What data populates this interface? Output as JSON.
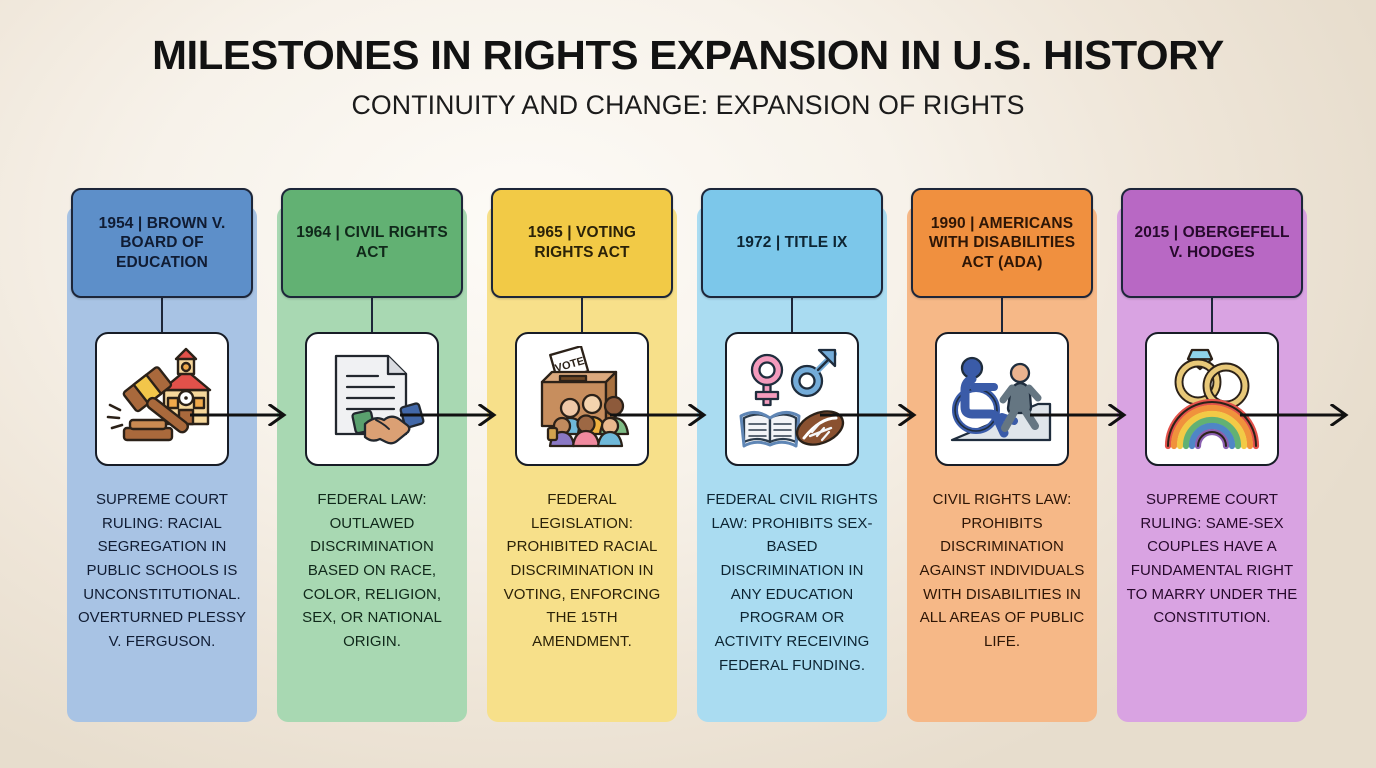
{
  "title": "MILESTONES IN RIGHTS EXPANSION IN U.S. HISTORY",
  "subtitle": "CONTINUITY AND CHANGE: EXPANSION OF RIGHTS",
  "background_color": "#f4ece0",
  "milestones": [
    {
      "year": "1954",
      "header": "1954 | BROWN V. BOARD OF EDUCATION",
      "body": "SUPREME COURT RULING: RACIAL SEGREGATION IN PUBLIC SCHOOLS IS UNCONSTITUTIONAL. OVERTURNED PLESSY V. FERGUSON.",
      "icon": "gavel-and-schoolhouse-icon",
      "header_color": "#5d8fc9",
      "panel_color": "#a8c3e4",
      "text_color": "#101c33"
    },
    {
      "year": "1964",
      "header": "1964 | CIVIL RIGHTS ACT",
      "body": "FEDERAL LAW: OUTLAWED DISCRIMINATION BASED ON RACE, COLOR, RELIGION, SEX, OR NATIONAL ORIGIN.",
      "icon": "document-and-handshake-icon",
      "header_color": "#62b173",
      "panel_color": "#a8d8b2",
      "text_color": "#10281a"
    },
    {
      "year": "1965",
      "header": "1965 | VOTING RIGHTS ACT",
      "body": "FEDERAL LEGISLATION: PROHIBITED RACIAL DISCRIMINATION IN VOTING, ENFORCING THE 15TH AMENDMENT.",
      "icon": "ballot-box-and-voters-icon",
      "header_color": "#f2ca46",
      "panel_color": "#f7e08a",
      "text_color": "#2b2208"
    },
    {
      "year": "1972",
      "header": "1972 | TITLE IX",
      "body": "FEDERAL CIVIL RIGHTS LAW: PROHIBITS SEX-BASED DISCRIMINATION IN ANY EDUCATION PROGRAM OR ACTIVITY RECEIVING FEDERAL FUNDING.",
      "icon": "gender-symbols-book-football-icon",
      "header_color": "#7cc7ea",
      "panel_color": "#aadcf1",
      "text_color": "#0d2533"
    },
    {
      "year": "1990",
      "header": "1990 | AMERICANS WITH DISABILITIES ACT (ADA)",
      "body": "CIVIL RIGHTS LAW: PROHIBITS DISCRIMINATION AGAINST INDIVIDUALS WITH DISABILITIES IN ALL AREAS OF PUBLIC LIFE.",
      "icon": "wheelchair-ramp-accessibility-icon",
      "header_color": "#f0903f",
      "panel_color": "#f6b887",
      "text_color": "#2e1606"
    },
    {
      "year": "2015",
      "header": "2015 | OBERGEFELL V. HODGES",
      "body": "SUPREME COURT RULING: SAME-SEX COUPLES HAVE A FUNDAMENTAL RIGHT TO MARRY UNDER THE CONSTITUTION.",
      "icon": "wedding-rings-and-rainbow-icon",
      "header_color": "#b868c4",
      "panel_color": "#d9a3e2",
      "text_color": "#27092c"
    }
  ],
  "connectors": {
    "count": 6,
    "style": "right-arrow",
    "color": "#111111"
  }
}
